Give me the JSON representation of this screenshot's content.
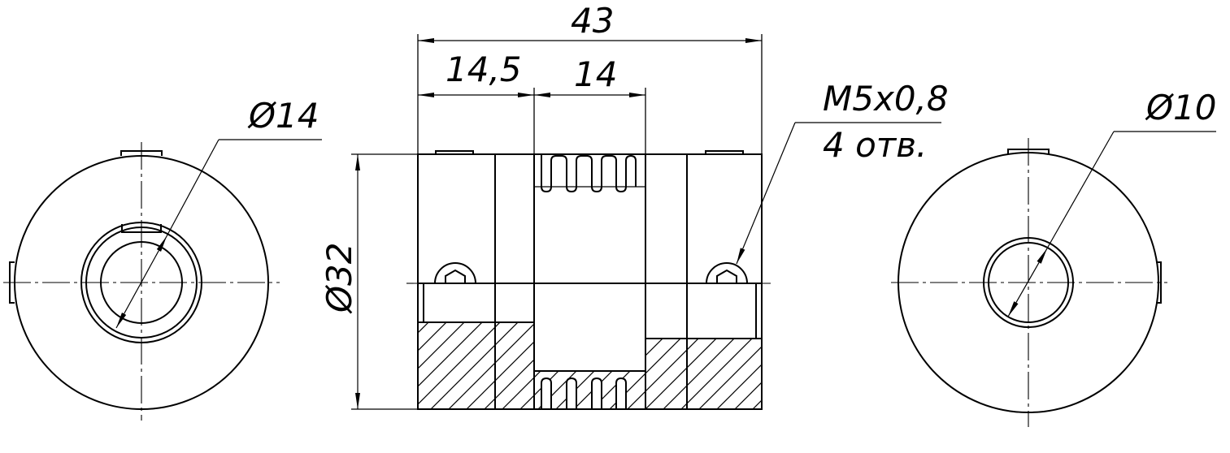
{
  "dimensions": {
    "overall_length": "43",
    "hub_length": "14,5",
    "bellows_length": "14",
    "outer_diameter": "Ø32",
    "bore_left": "Ø14",
    "bore_right": "Ø10"
  },
  "callout": {
    "thread": "M5x0,8",
    "quantity": "4 отв."
  }
}
